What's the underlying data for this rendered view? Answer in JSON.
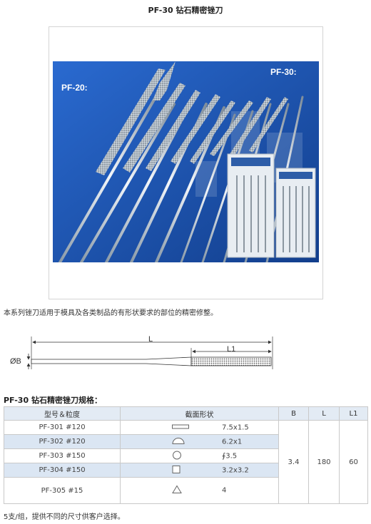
{
  "page": {
    "title": "PF-30 钻石精密锉刀"
  },
  "photo": {
    "label_left": "PF-20:",
    "label_right": "PF-30:"
  },
  "intro": "本系列锉刀适用于模具及各类制品的有形状要求的部位的精密修整。",
  "diagram": {
    "label_L": "L",
    "label_L1": "L1",
    "label_B": "ØB"
  },
  "spec": {
    "title": "PF-30 钻石精密锉刀规格：",
    "headers": [
      "型号＆粒度",
      "截面形状",
      "B",
      "L",
      "L1"
    ],
    "rows": [
      {
        "model": "PF-301 #120",
        "shape_icon": "flat-rect-icon",
        "size": "7.5x1.5"
      },
      {
        "model": "PF-302 #120",
        "shape_icon": "half-round-icon",
        "size": "6.2x1"
      },
      {
        "model": "PF-303 #150",
        "shape_icon": "round-icon",
        "size": "∮3.5"
      },
      {
        "model": "PF-304 #150",
        "shape_icon": "square-icon",
        "size": "3.2x3.2"
      },
      {
        "model": "PF-305 #15",
        "shape_icon": "triangle-icon",
        "size": "4"
      }
    ],
    "shared": {
      "B": "3.4",
      "L": "180",
      "L1": "60"
    }
  },
  "footer": "5支/组，提供不同的尺寸供客户选择。",
  "colors": {
    "photo_bg": "#1b55b0",
    "row_highlight": "#dbe6f3",
    "header_bg": "#e3ebf4"
  }
}
